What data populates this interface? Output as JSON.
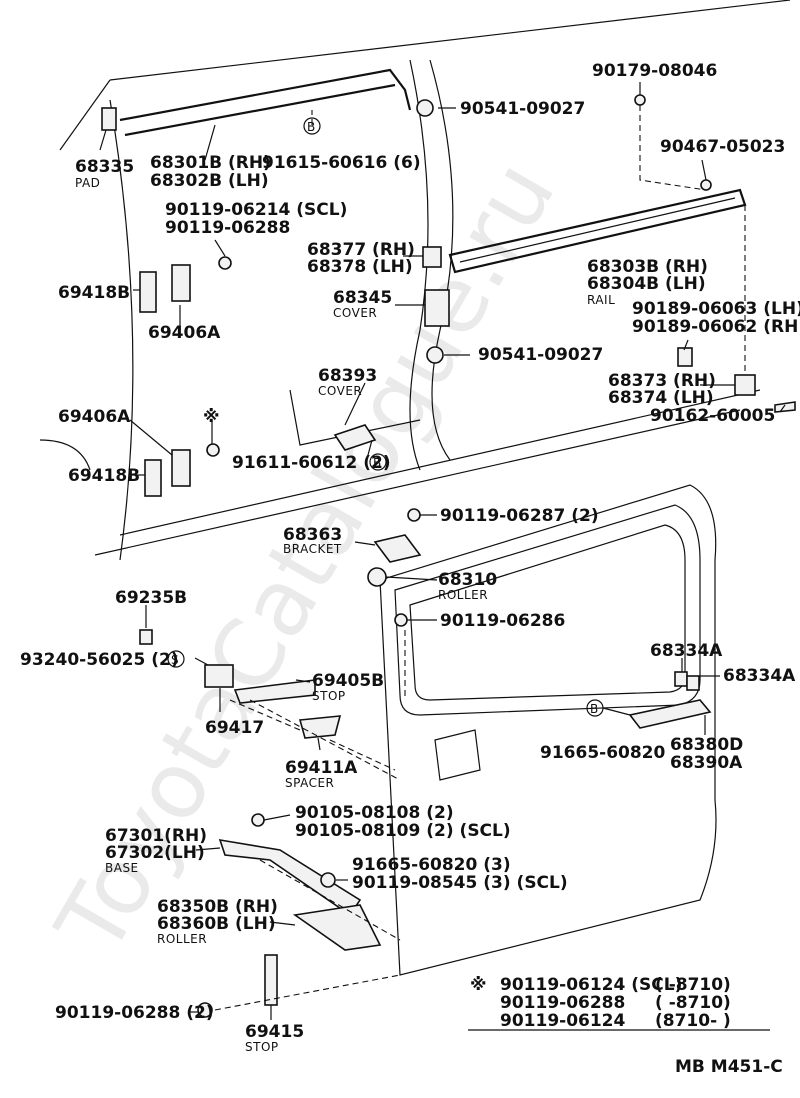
{
  "watermark": "ToyotaCatalogue.ru",
  "diagram_code": "MB  M451-C",
  "labels": {
    "p90179": "90179-08046",
    "p90541a": "90541-09027",
    "p90467": "90467-05023",
    "p68335": "68335",
    "pad": "PAD",
    "p68301b": "68301B (RH)",
    "p68302b": "68302B (LH)",
    "p91615": "91615-60616 (6)",
    "p90119_06214": "90119-06214 (SCL)",
    "p90119_06288": "90119-06288",
    "p68377": "68377 (RH)",
    "p68378": "68378 (LH)",
    "p68303b": "68303B (RH)",
    "p68304b": "68304B (LH)",
    "rail": "RAIL",
    "p69418b_a": "69418B",
    "p69406a_a": "69406A",
    "p68345": "68345",
    "cover": "COVER",
    "p90189_06063": "90189-06063 (LH)",
    "p90189_06062": "90189-06062 (RH)",
    "p90541b": "90541-09027",
    "p68393": "68393",
    "cover2": "COVER",
    "p68373": "68373 (RH)",
    "p68374": "68374 (LH)",
    "p90162": "90162-60005",
    "p69406a_b": "69406A",
    "asterisk": "※",
    "p91611": "91611-60612 (2)",
    "p69418b_b": "69418B",
    "p90119_06287": "90119-06287 (2)",
    "p68363": "68363",
    "bracket": "BRACKET",
    "p68310": "68310",
    "roller": "ROLLER",
    "p69235b": "69235B",
    "p90119_06286": "90119-06286",
    "p93240": "93240-56025 (2)",
    "p69405b": "69405B",
    "stop": "STOP",
    "p68334a_a": "68334A",
    "p68334a_b": "68334A",
    "p69417": "69417",
    "p91665_a": "91665-60820",
    "p68380d": "68380D",
    "p68390a": "68390A",
    "p69411a": "69411A",
    "spacer": "SPACER",
    "p90105_08108": "90105-08108 (2)",
    "p90105_08109": "90105-08109 (2) (SCL)",
    "p67301": "67301(RH)",
    "p67302": "67302(LH)",
    "base": "BASE",
    "p91665_b": "91665-60820 (3)",
    "p90119_08545": "90119-08545 (3) (SCL)",
    "p68350b": "68350B (RH)",
    "p68360b": "68360B (LH)",
    "roller2": "ROLLER",
    "p90119_06288_2": "90119-06288 (2)",
    "p69415": "69415",
    "stop2": "STOP"
  },
  "circle_markers": {
    "b1": "B",
    "b2": "B",
    "b3": "B",
    "s1": "S"
  },
  "footnote": {
    "mark": "※",
    "rows": [
      {
        "part": "90119-06124 (SCL)",
        "range": "(        -8710)"
      },
      {
        "part": "90119-06288",
        "range": "(        -8710)"
      },
      {
        "part": "90119-06124",
        "range": "(8710-          )"
      }
    ]
  }
}
